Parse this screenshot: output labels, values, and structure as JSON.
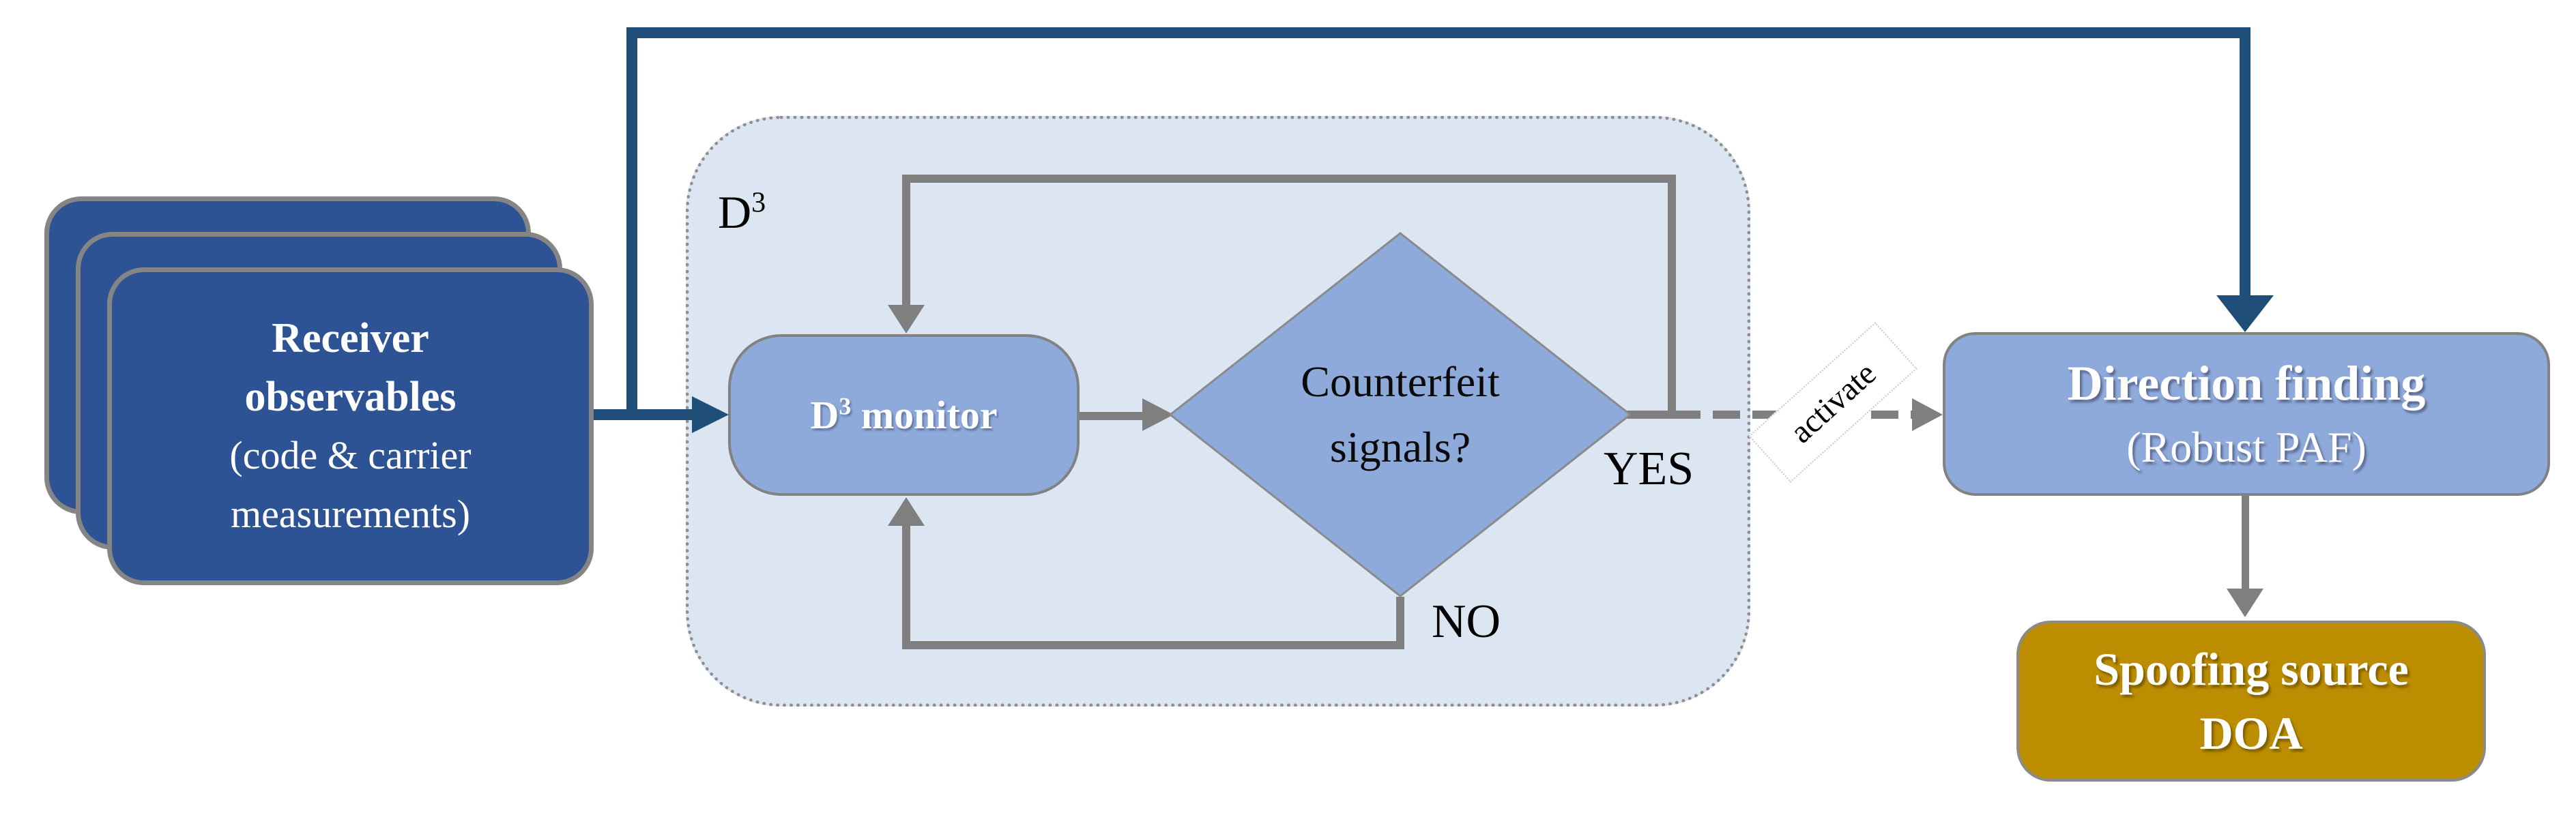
{
  "colors": {
    "receiver_box": "#2E5395",
    "process_box": "#8EAADB",
    "container_bg": "#DCE6F2",
    "spoofing_box": "#BC8D00",
    "main_arrow": "#1F4E79",
    "line_gray": "#7F7F7F"
  },
  "receiver": {
    "lines": [
      "Receiver",
      "observables",
      "(code & carrier",
      "measurements)"
    ]
  },
  "d3_container": {
    "label_base": "D",
    "label_sup": "3"
  },
  "monitor": {
    "label_base": "D",
    "label_sup": "3",
    "label_rest": " monitor"
  },
  "decision": {
    "lines": [
      "Counterfeit",
      "signals?"
    ]
  },
  "edge_labels": {
    "yes": "YES",
    "no": "NO",
    "activate": "activate"
  },
  "direction_finding": {
    "title": "Direction finding",
    "subtitle": "(Robust PAF)"
  },
  "spoofing": {
    "lines": [
      "Spoofing source",
      "DOA"
    ]
  }
}
